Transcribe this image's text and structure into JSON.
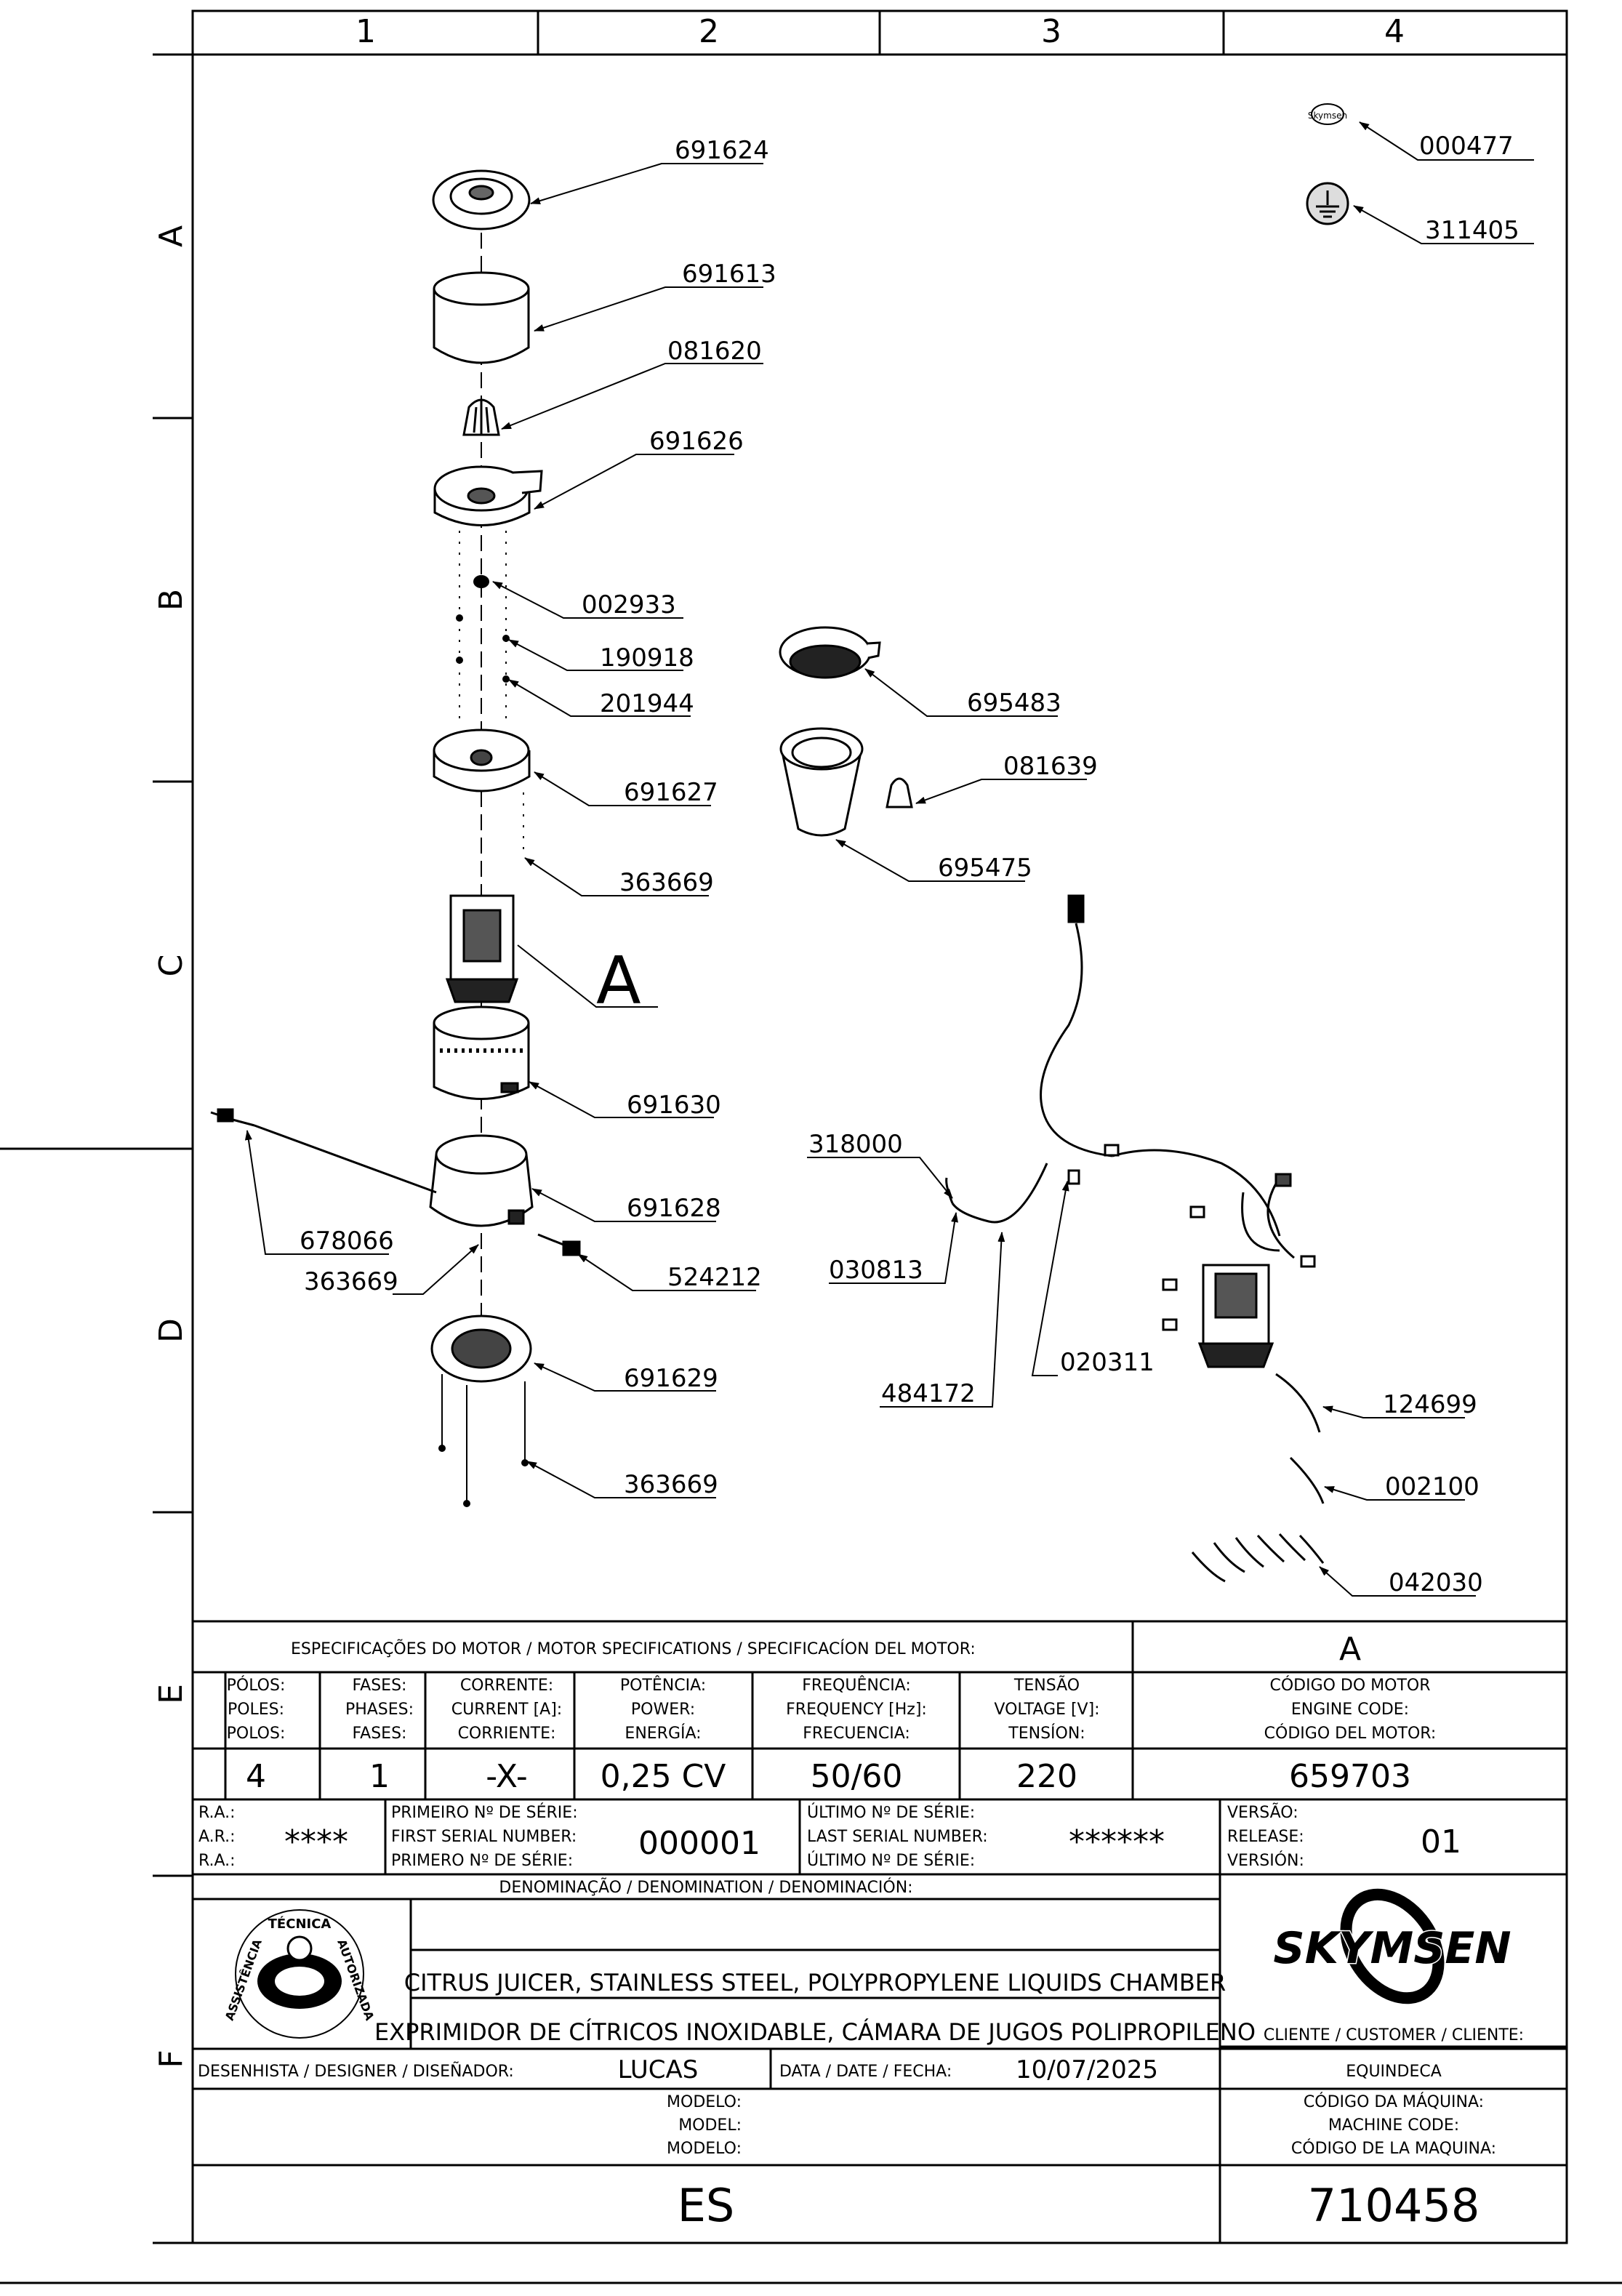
{
  "columns": [
    "1",
    "2",
    "3",
    "4"
  ],
  "rows": [
    "A",
    "B",
    "C",
    "D",
    "E",
    "F"
  ],
  "parts": {
    "p000477": "000477",
    "p311405": "311405",
    "p691624": "691624",
    "p691613": "691613",
    "p081620": "081620",
    "p691626": "691626",
    "p002933": "002933",
    "p190918": "190918",
    "p201944": "201944",
    "p691627": "691627",
    "p363669a": "363669",
    "assembly_a": "A",
    "p691630": "691630",
    "p691628": "691628",
    "p678066": "678066",
    "p363669b": "363669",
    "p524212": "524212",
    "p691629": "691629",
    "p363669c": "363669",
    "p695483": "695483",
    "p081639": "081639",
    "p695475": "695475",
    "p318000": "318000",
    "p030813": "030813",
    "p484172": "484172",
    "p020311": "020311",
    "p124699": "124699",
    "p002100": "002100",
    "p042030": "042030"
  },
  "logo_small": "Skymsen",
  "motor": {
    "title": "ESPECIFICAÇÕES DO MOTOR / MOTOR SPECIFICATIONS / SPECIFICACÍON DEL MOTOR:",
    "assembly": "A",
    "poles": [
      "PÓLOS:",
      "POLES:",
      "POLOS:"
    ],
    "phases": [
      "FASES:",
      "PHASES:",
      "FASES:"
    ],
    "current": [
      "CORRENTE:",
      "CURRENT [A]:",
      "CORRIENTE:"
    ],
    "power": [
      "POTÊNCIA:",
      "POWER:",
      "ENERGÍA:"
    ],
    "frequency": [
      "FREQUÊNCIA:",
      "FREQUENCY [Hz]:",
      "FRECUENCIA:"
    ],
    "voltage": [
      "TENSÃO",
      "VOLTAGE [V]:",
      "TENSÍON:"
    ],
    "engine_code": [
      "CÓDIGO DO MOTOR",
      "ENGINE CODE:",
      "CÓDIGO DEL MOTOR:"
    ],
    "values": {
      "poles": "4",
      "phases": "1",
      "current": "-X-",
      "power": "0,25 CV",
      "frequency": "50/60",
      "voltage": "220",
      "engine_code": "659703"
    }
  },
  "serial": {
    "ra_labels": [
      "R.A.:",
      "A.R.:",
      "R.A.:"
    ],
    "ra_value": "****",
    "first_labels": [
      "PRIMEIRO Nº DE SÉRIE:",
      "FIRST SERIAL NUMBER:",
      "PRIMERO Nº DE SÉRIE:"
    ],
    "first_value": "000001",
    "last_labels": [
      "ÚLTIMO Nº DE SÉRIE:",
      "LAST SERIAL NUMBER:",
      "ÚLTIMO Nº DE SÉRIE:"
    ],
    "last_value": "******",
    "version_labels": [
      "VERSÃO:",
      "RELEASE:",
      "VERSIÓN:"
    ],
    "version_value": "01"
  },
  "denomination": {
    "title": "DENOMINAÇÃO / DENOMINATION / DENOMINACIÓN:",
    "line_en": "CITRUS JUICER, STAINLESS STEEL, POLYPROPYLENE LIQUIDS CHAMBER",
    "line_es": "EXPRIMIDOR DE CÍTRICOS INOXIDABLE, CÁMARA DE JUGOS POLIPROPILENO"
  },
  "seal": {
    "top": "TÉCNICA",
    "left": "ASSISTÊNCIA",
    "right": "AUTORIZADA"
  },
  "brand": "SKYMSEN",
  "customer": {
    "label": "CLIENTE / CUSTOMER / CLIENTE:",
    "value": "EQUINDECA"
  },
  "designer": {
    "label": "DESENHISTA / DESIGNER / DISEÑADOR:",
    "value": "LUCAS"
  },
  "date": {
    "label": "DATA / DATE / FECHA:",
    "value": "10/07/2025"
  },
  "model": {
    "labels": [
      "MODELO:",
      "MODEL:",
      "MODELO:"
    ],
    "value": "ES"
  },
  "machine_code": {
    "labels": [
      "CÓDIGO DA MÁQUINA:",
      "MACHINE CODE:",
      "CÓDIGO DE LA MAQUINA:"
    ],
    "value": "710458"
  }
}
